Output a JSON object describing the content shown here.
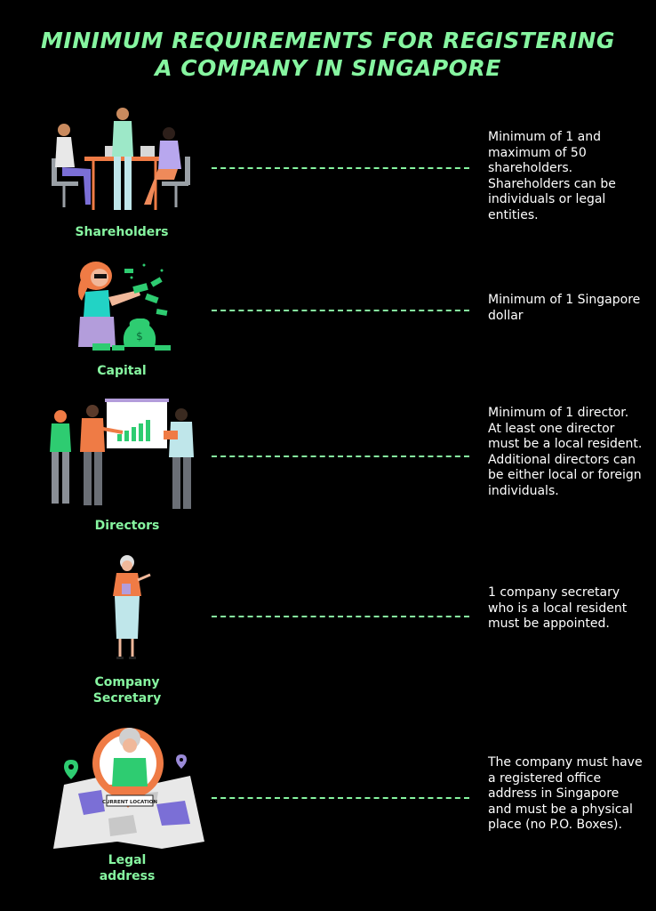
{
  "title": {
    "line1": "MINIMUM REQUIREMENTS FOR REGISTERING",
    "line2": "A COMPANY IN SINGAPORE"
  },
  "colors": {
    "accent": "#86f5a0",
    "background": "#000000",
    "text": "#ffffff",
    "orange": "#ef7b45",
    "purple": "#9b8bd8"
  },
  "requirements": [
    {
      "label": "Shareholders",
      "icon": "meeting-people-illustration",
      "description": "Minimum of 1 and maximum of 50 shareholders. Shareholders can be individuals or legal entities."
    },
    {
      "label": "Capital",
      "icon": "money-woman-illustration",
      "description": "Minimum of 1 Singapore dollar"
    },
    {
      "label": "Directors",
      "icon": "presentation-people-illustration",
      "description": "Minimum of 1 director. At least one director must be a local resident. Additional directors can be either local or foreign individuals."
    },
    {
      "label_line1": "Company",
      "label_line2": "Secretary",
      "icon": "secretary-woman-illustration",
      "description": "1 company secretary who is a local resident must be appointed."
    },
    {
      "label_line1": "Legal",
      "label_line2": "address",
      "icon": "map-location-illustration",
      "map_tag": "CURRENT LOCATION",
      "description": "The company must have a registered office address in Singapore and must be a physical place (no P.O. Boxes)."
    }
  ]
}
